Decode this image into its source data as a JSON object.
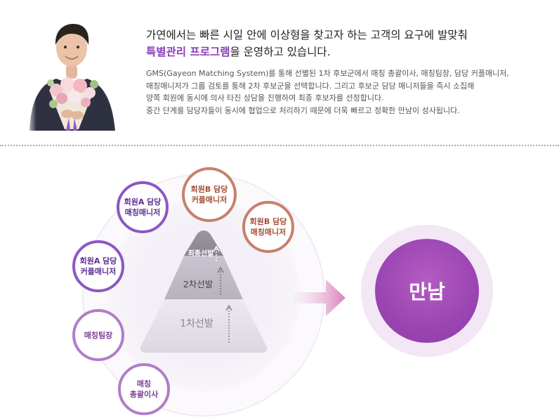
{
  "headline": {
    "line1": "가연에서는 빠른 시일 안에 이상형을 찾고자 하는 고객의 요구에 발맞춰",
    "accent": "특별관리 프로그램",
    "line2_rest": "을 운영하고 있습니다."
  },
  "description": [
    "GMS(Gayeon Matching System)를 통해 선별된 1차 후보군에서 매칭 총괄이사, 매칭팀장, 담당 커플매니저,",
    "매칭매니저가 그룹 검토를 통해 2차 후보군을 선택합니다. 그리고 후보군 담당 매니저들을 즉시 소집해",
    "양쪽 회원에 동시에 의사 타진 상담을 진행하여 최종 후보자를 선정합니다.",
    "중간 단계를 담당자들이 동시에 협업으로 처리하기 때문에 더욱 빠르고 정확한 만남이 성사됩니다."
  ],
  "bubbles": [
    {
      "id": "member-a-matching-manager",
      "label": "회원A 담당\n매칭매니저"
    },
    {
      "id": "member-b-couple-manager",
      "label": "회원B 담당\n커플매니저"
    },
    {
      "id": "member-b-matching-manager",
      "label": "회원B 담당\n매칭매니저"
    },
    {
      "id": "member-a-couple-manager",
      "label": "회원A 담당\n커플매니저"
    },
    {
      "id": "matching-team-lead",
      "label": "매칭팀장"
    },
    {
      "id": "matching-director",
      "label": "매칭\n총괄이사"
    }
  ],
  "pyramid": {
    "final": "최종선발",
    "second": "2차선발",
    "first": "1차선발"
  },
  "result": "만남",
  "colors": {
    "accent": "#8a3fb6",
    "purple_ring": "#8a58c4",
    "brown_ring": "#c7806c",
    "violet_ring": "#b07dc9",
    "meet_circle": "#9b45b3"
  }
}
